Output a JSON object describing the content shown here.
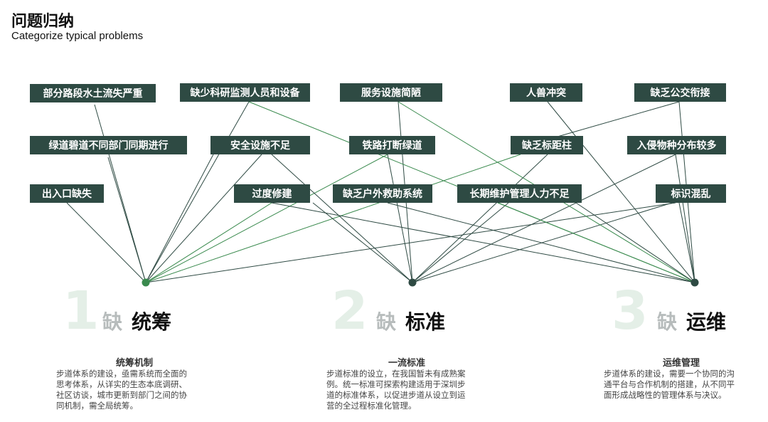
{
  "header": {
    "title": "问题归纳",
    "subtitle": "Categorize typical problems"
  },
  "problems": [
    "部分路段水土流失严重",
    "缺少科研监测人员和设备",
    "服务设施简陋",
    "人兽冲突",
    "缺乏公交衔接",
    "绿道碧道不同部门同期进行",
    "安全设施不足",
    "铁路打断绿道",
    "缺乏标距柱",
    "入侵物种分布较多",
    "出入口缺失",
    "过度修建",
    "缺乏户外救助系统",
    "长期维护管理人力不足",
    "标识混乱"
  ],
  "categories": [
    {
      "num": "1",
      "que": "缺",
      "name": "统筹",
      "subtitle": "统筹机制",
      "desc": [
        "步道体系的建设，亟需系统而全面的",
        "思考体系，从详实的生态本底调研、",
        "社区访谈，城市更新到部门之间的协",
        "同机制，需全局统筹。"
      ]
    },
    {
      "num": "2",
      "que": "缺",
      "name": "标准",
      "subtitle": "一流标准",
      "desc": [
        "步道标准的设立，在我国暂未有成熟案",
        "例。统一标准可探索构建适用于深圳步",
        "道的标准体系，以促进步道从设立到运",
        "营的全过程标准化管理。"
      ]
    },
    {
      "num": "3",
      "que": "缺",
      "name": "运维",
      "subtitle": "运维管理",
      "desc": [
        "步道体系的建设，需要一个协同的沟",
        "通平台与合作机制的搭建，从不同平",
        "面形成战略性的管理体系与决议。"
      ]
    }
  ],
  "colors": {
    "box_bg": "#2e4a43",
    "line_dark": "#2e4a43",
    "line_green": "#3a8a4e",
    "hub_1": "#3a8a4e",
    "hub_2": "#2e4a43",
    "hub_3": "#2e4a43"
  }
}
